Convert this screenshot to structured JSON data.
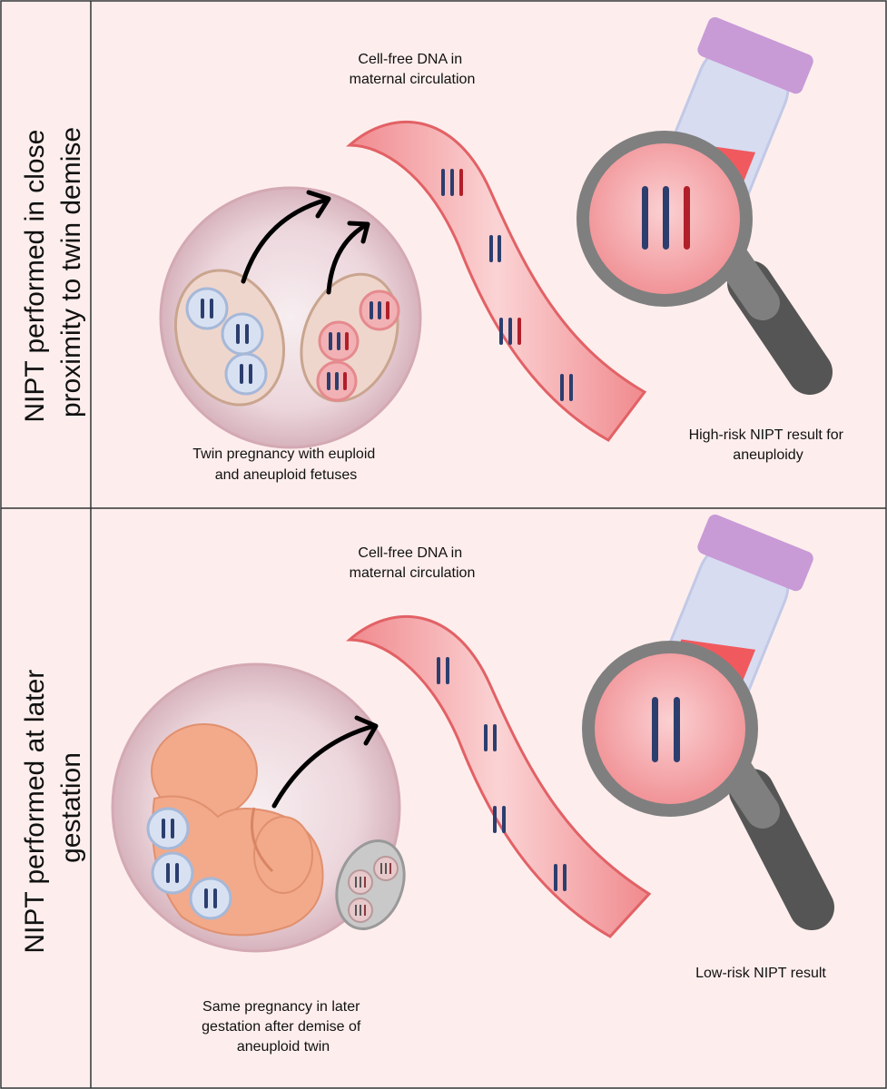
{
  "rows": [
    {
      "side_label": [
        "NIPT performed in close",
        "proximity to twin demise"
      ],
      "cfdna_label": [
        "Cell-free DNA in",
        "maternal circulation"
      ],
      "pregnancy_label": [
        "Twin pregnancy with euploid",
        "and aneuploid fetuses"
      ],
      "result_label": [
        "High-risk NIPT result for",
        "aneuploidy"
      ]
    },
    {
      "side_label": [
        "NIPT performed at later",
        "gestation"
      ],
      "cfdna_label": [
        "Cell-free DNA in",
        "maternal circulation"
      ],
      "pregnancy_label": [
        "Same pregnancy in later",
        "gestation after demise of",
        "aneuploid twin"
      ],
      "result_label": [
        "Low-risk NIPT result"
      ]
    }
  ],
  "colors": {
    "panel_bg": "#fdeeed",
    "border": "#333333",
    "euploid_cell": "#d7e1f2",
    "aneuploid_cell": "#f2b2b5",
    "chromosome_blue": "#2c3e6e",
    "chromosome_red": "#b01f2a",
    "vessel": "#f6a9ac",
    "vessel_edge": "#e26165",
    "tube_cap": "#c89ad6",
    "magnifier_frame": "#7f7f7f"
  }
}
